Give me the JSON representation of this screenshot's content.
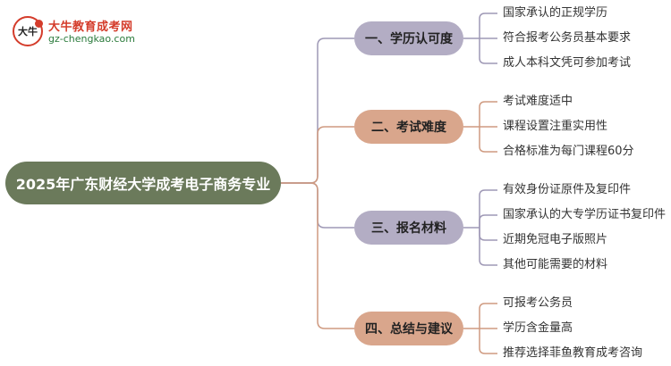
{
  "logo": {
    "mark": "大牛",
    "title": "大牛教育成考网",
    "url": "gz-chengkao.com"
  },
  "colors": {
    "root": "#6b7a5b",
    "purple": "#b3adc4",
    "peach": "#d9a68c",
    "line_purple": "#9e98b5",
    "line_peach": "#cf9a80"
  },
  "mindmap": {
    "root": "2025年广东财经大学成考电子商务专业",
    "branches": [
      {
        "label": "一、学历认可度",
        "tone": "purple",
        "items": [
          "国家承认的正规学历",
          "符合报考公务员基本要求",
          "成人本科文凭可参加考试"
        ]
      },
      {
        "label": "二、考试难度",
        "tone": "peach",
        "items": [
          "考试难度适中",
          "课程设置注重实用性",
          "合格标准为每门课程60分"
        ]
      },
      {
        "label": "三、报名材料",
        "tone": "purple",
        "items": [
          "有效身份证原件及复印件",
          "国家承认的大专学历证书复印件",
          "近期免冠电子版照片",
          "其他可能需要的材料"
        ]
      },
      {
        "label": "四、总结与建议",
        "tone": "peach",
        "items": [
          "可报考公务员",
          "学历含金量高",
          "推荐选择菲鱼教育成考咨询"
        ]
      }
    ]
  }
}
